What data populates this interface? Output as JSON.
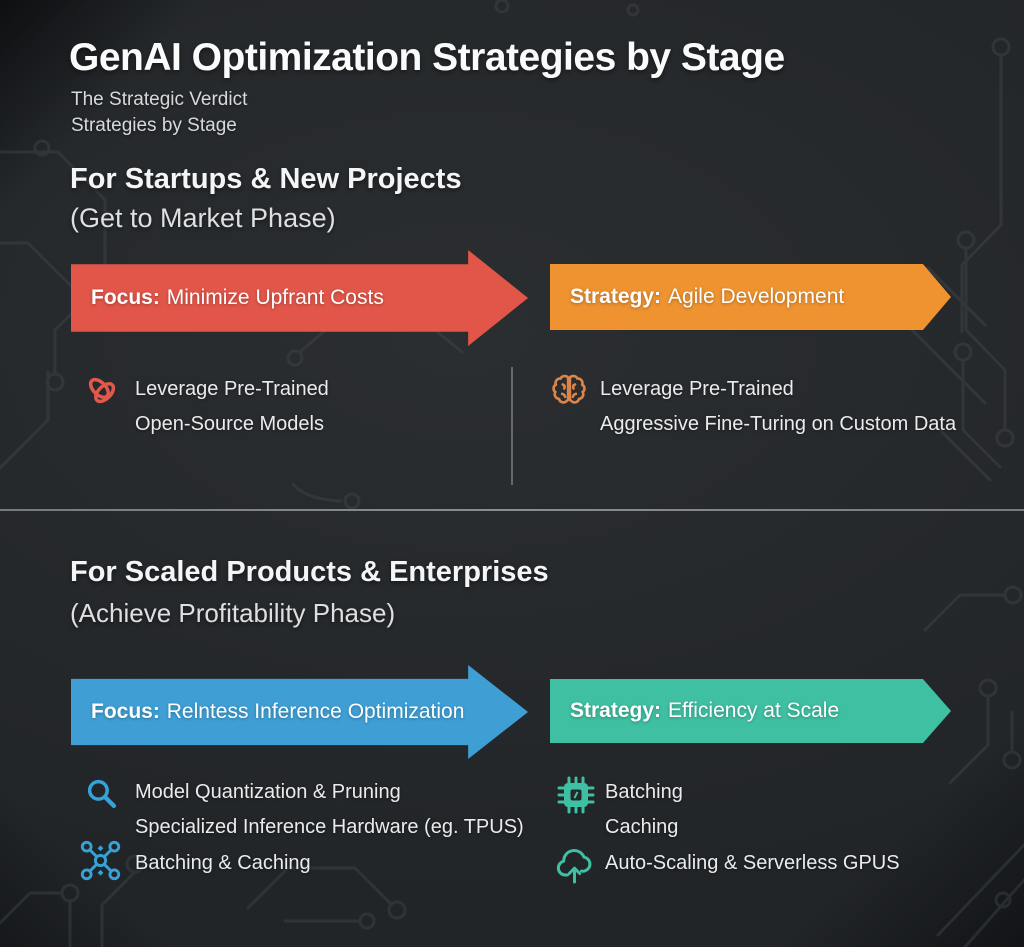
{
  "page": {
    "title": "GenAI Optimization Strategies by Stage",
    "subtitle_line1": "The Strategic Verdict",
    "subtitle_line2": "Strategies by Stage"
  },
  "colors": {
    "background": "#26292c",
    "red_arrow": "#e25649",
    "orange_arrow": "#ef9330",
    "blue_arrow": "#3f9fd5",
    "teal_arrow": "#3fc0a2",
    "rings_icon_red": "#e2584a",
    "brain_icon_orange": "#dd8546",
    "blue_icon": "#35a3da",
    "teal_icon": "#3fc0a2"
  },
  "icons": {
    "startups_left": "linked-rings-icon",
    "startups_right": "brain-icon",
    "enterprise_left_1": "magnifier-icon",
    "enterprise_left_2": "network-nodes-icon",
    "enterprise_right_1": "chip-icon",
    "enterprise_right_2": "cloud-upload-icon"
  },
  "section_startups": {
    "heading": "For Startups & New Projects",
    "phase": "(Get to Market Phase)",
    "focus": {
      "prefix": "Focus:",
      "label": "Minimize Upfrant Costs"
    },
    "strategy": {
      "prefix": "Strategy:",
      "label": "Agile Development"
    },
    "left_item": {
      "line1": "Leverage Pre-Trained",
      "line2": "Open-Source Models"
    },
    "right_item": {
      "line1": "Leverage Pre-Trained",
      "line2": "Aggressive Fine-Turing on Custom Data"
    }
  },
  "section_enterprise": {
    "heading": "For Scaled Products & Enterprises",
    "phase": "(Achieve Profitability Phase)",
    "focus": {
      "prefix": "Focus:",
      "label": "Relntess Inference Optimization"
    },
    "strategy": {
      "prefix": "Strategy:",
      "label": "Efficiency at Scale"
    },
    "left_item1": {
      "line1": "Model Quantization & Pruning",
      "line2": "Specialized Inference Hardware (eg. TPUS)"
    },
    "left_item2": {
      "line1": "Batching & Caching"
    },
    "right_item1": {
      "line1": "Batching",
      "line2": "Caching"
    },
    "right_item2": {
      "line1": "Auto-Scaling & Serverless GPUS"
    }
  }
}
